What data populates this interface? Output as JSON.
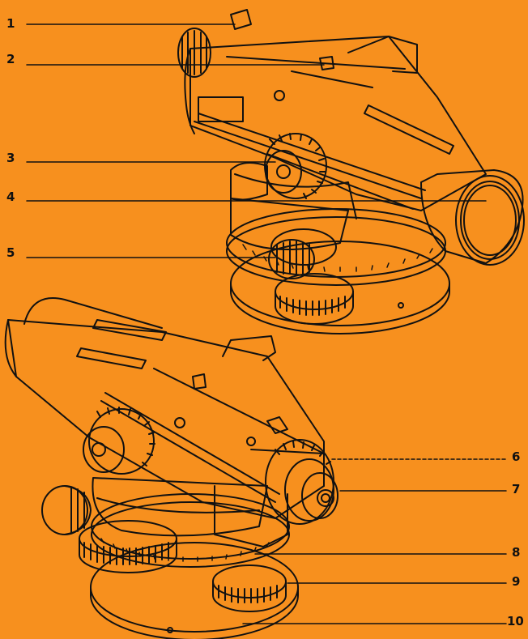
{
  "diagram": {
    "background_color": "#f7901e",
    "line_color": "#111111",
    "callouts": [
      {
        "id": "1",
        "text": "1"
      },
      {
        "id": "2",
        "text": "2"
      },
      {
        "id": "3",
        "text": "3"
      },
      {
        "id": "4",
        "text": "4"
      },
      {
        "id": "5",
        "text": "5"
      },
      {
        "id": "6",
        "text": "6"
      },
      {
        "id": "7",
        "text": "7"
      },
      {
        "id": "8",
        "text": "8"
      },
      {
        "id": "9",
        "text": "9"
      },
      {
        "id": "10",
        "text": "10"
      }
    ]
  }
}
